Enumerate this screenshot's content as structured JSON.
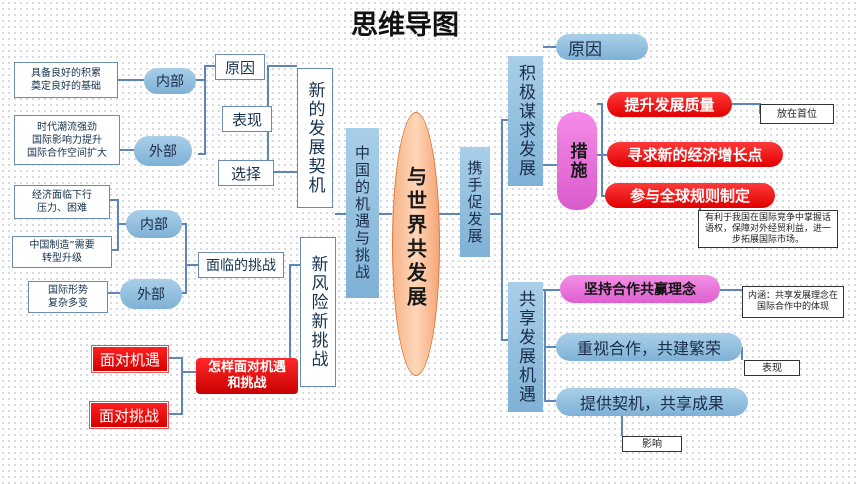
{
  "title": "思维导图",
  "center": "与世界共发展",
  "left": {
    "col": "中国的机遇与挑战",
    "opportunity": "新的发展契机",
    "risk": "新风险新挑战",
    "reason": "原因",
    "manifest": "表现",
    "choice": "选择",
    "inner": "内部",
    "outer": "外部",
    "inner_note": "具备良好的积累\n奠定良好的基础",
    "outer_note": "时代潮流强劲\n国际影响力提升\n国际合作空间扩大",
    "challenge": "面临的挑战",
    "ch_inner": "内部",
    "ch_outer": "外部",
    "ch_inner_note1": "经济面临下行\n压力、困难",
    "ch_inner_note2": "中国制造”需要\n转型升级",
    "ch_outer_note": "国际形势\n复杂多变",
    "how": "怎样面对机遇和挑战",
    "face_opp": "面对机遇",
    "face_ch": "面对挑战"
  },
  "right": {
    "col": "携手促发展",
    "active": "积极谋求发展",
    "shared": "共享发展机遇",
    "reason": "原因",
    "measures": "措施",
    "m1": "提升发展质量",
    "m2": "寻求新的经济增长点",
    "m3": "参与全球规则制定",
    "m1_note": "放在首位",
    "m3_note": "有利于我国在国际竞争中掌握话语权，保障对外经贸利益，进一步拓展国际市场。",
    "win": "坚持合作共赢理念",
    "win_note": "内涵：共享发展理念在国际合作中的体现",
    "coop": "重视合作，共建繁荣",
    "coop_note": "表现",
    "share": "提供契机，共享成果",
    "share_note": "影响"
  }
}
